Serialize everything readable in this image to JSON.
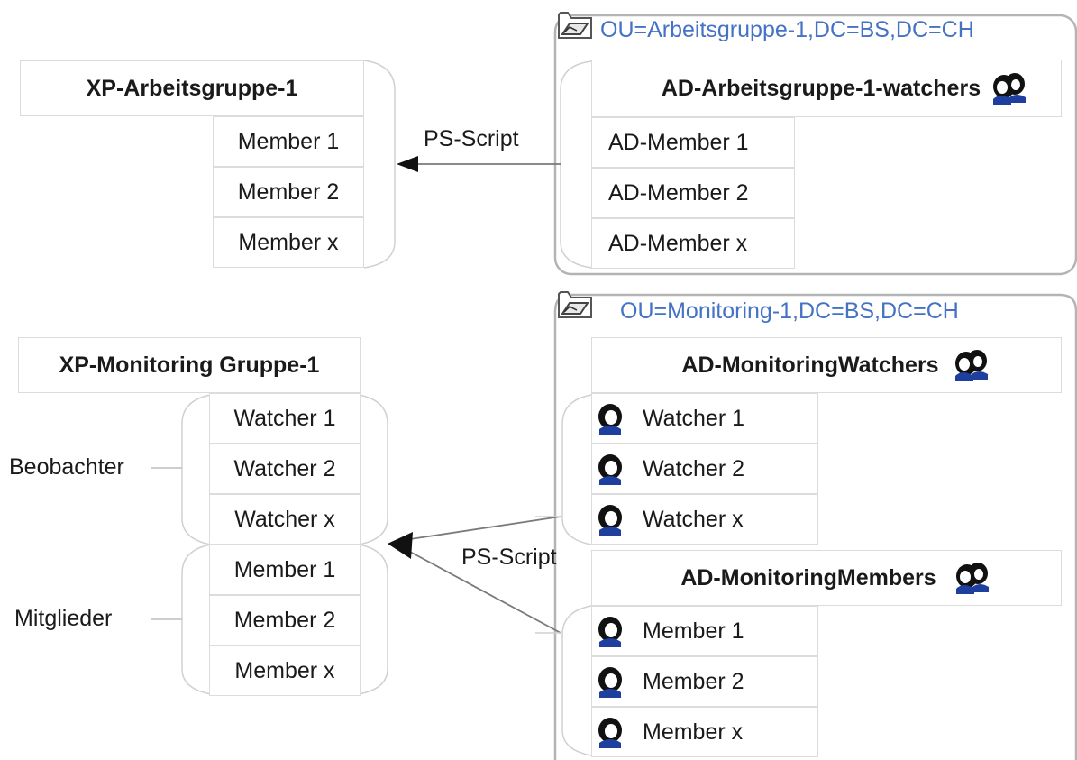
{
  "xp_group_1": {
    "title": "XP-Arbeitsgruppe-1",
    "members": [
      "Member 1",
      "Member 2",
      "Member x"
    ]
  },
  "ad_ou_1": {
    "ou_label": "OU=Arbeitsgruppe-1,DC=BS,DC=CH",
    "group": {
      "title": "AD-Arbeitsgruppe-1-watchers",
      "icon": "group-icon",
      "members": [
        "AD-Member 1",
        "AD-Member 2",
        "AD-Member x"
      ]
    }
  },
  "xp_group_2": {
    "title": "XP-Monitoring Gruppe-1",
    "watchers": [
      "Watcher 1",
      "Watcher 2",
      "Watcher x"
    ],
    "members": [
      "Member 1",
      "Member 2",
      "Member x"
    ],
    "watchers_label": "Beobachter",
    "members_label": "Mitglieder"
  },
  "ad_ou_2": {
    "ou_label": "OU=Monitoring-1,DC=BS,DC=CH",
    "watchers_group": {
      "title": "AD-MonitoringWatchers",
      "icon": "group-icon",
      "users": [
        "Watcher 1",
        "Watcher 2",
        "Watcher x"
      ]
    },
    "members_group": {
      "title": "AD-MonitoringMembers",
      "icon": "group-icon",
      "users": [
        "Member 1",
        "Member 2",
        "Member x"
      ]
    }
  },
  "arrows": {
    "top_label": "PS-Script",
    "bottom_label": "PS-Script"
  },
  "colors": {
    "ou_text": "#4472c4",
    "line": "#9a9a9a",
    "ou_border": "#b4b4b4",
    "icon_blue": "#1f3f9f"
  }
}
